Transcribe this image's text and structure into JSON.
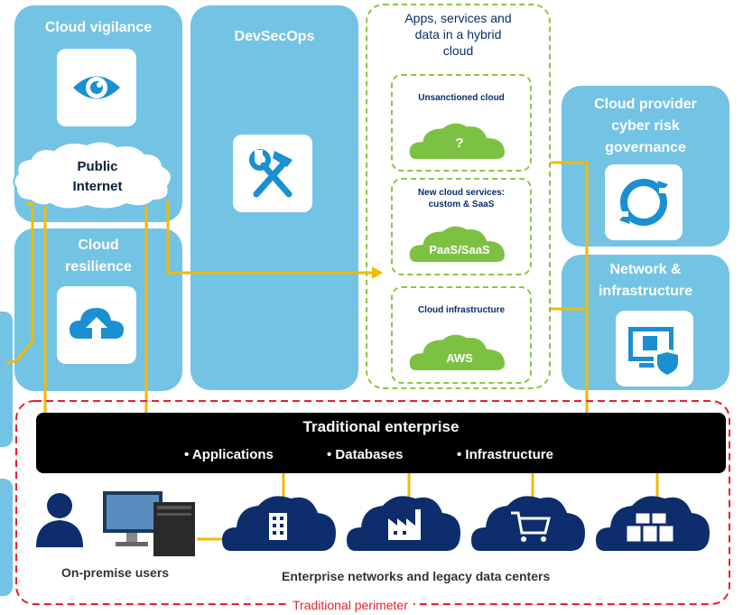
{
  "panels": {
    "cloud_vigilance": "Cloud vigilance",
    "devsecops": "DevSecOps",
    "cloud_resilience": [
      "Cloud",
      "resilience"
    ],
    "cloud_provider": [
      "Cloud provider",
      "cyber risk",
      "governance"
    ],
    "network_infra": [
      "Network &",
      "infrastructure"
    ]
  },
  "public_internet": [
    "Public",
    "Internet"
  ],
  "hybrid": {
    "title": [
      "Apps, services and",
      "data in a hybrid",
      "cloud"
    ],
    "unsanctioned": "Unsanctioned cloud",
    "unsanctioned_mark": "?",
    "new_services": [
      "New cloud services:",
      "custom & SaaS"
    ],
    "paas": "PaaS/SaaS",
    "infrastructure": "Cloud infrastructure",
    "aws": "AWS"
  },
  "enterprise": {
    "title": "Traditional enterprise",
    "items": [
      "• Applications",
      "• Databases",
      "• Infrastructure"
    ]
  },
  "on_premise_label": "On-premise users",
  "networks_label": "Enterprise networks and legacy data centers",
  "perimeter_label": "Traditional perimeter",
  "colors": {
    "panel": "#73c3e4",
    "connector": "#f5b800",
    "hybrid_border": "#8cc63f",
    "perimeter": "#e8202a",
    "enterprise_bar": "#000000",
    "navy": "#0d2d6c",
    "green_cloud": "#7dc142"
  },
  "icons": [
    "eye-icon",
    "tools-icon",
    "cloud-upload-icon",
    "sync-icon",
    "monitor-shield-icon",
    "user-icon",
    "computer-icon",
    "building-icon",
    "factory-icon",
    "cart-icon",
    "server-icon"
  ]
}
